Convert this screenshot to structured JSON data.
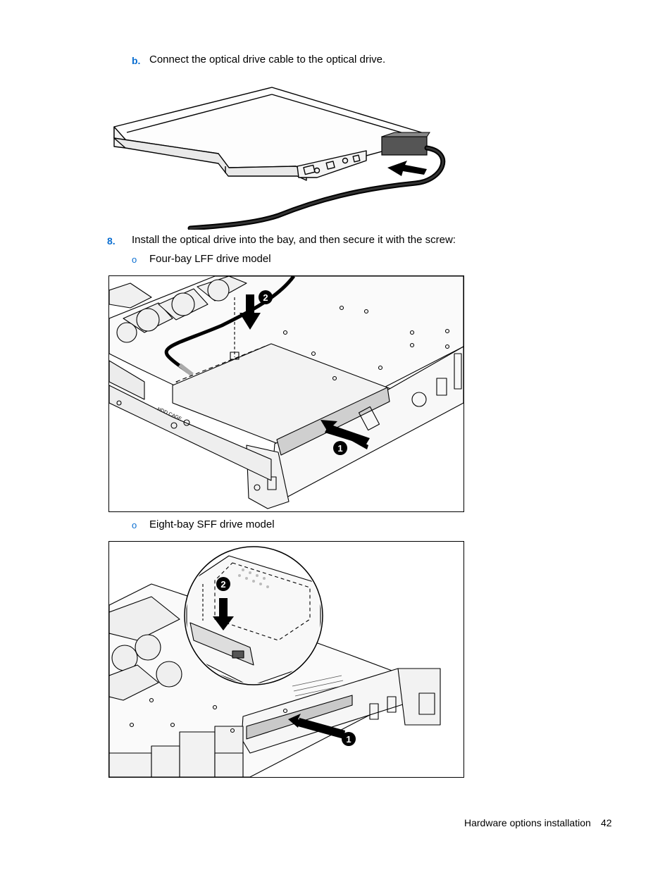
{
  "steps": {
    "sub_b": {
      "marker": "b.",
      "text": "Connect the optical drive cable to the optical drive."
    },
    "step8": {
      "marker": "8.",
      "text": "Install the optical drive into the bay, and then secure it with the screw:",
      "options": [
        {
          "marker": "o",
          "text": "Four-bay LFF drive model"
        },
        {
          "marker": "o",
          "text": "Eight-bay SFF drive model"
        }
      ]
    }
  },
  "figures": {
    "lff": {
      "hdd_label": "HDD CAGE",
      "callouts": [
        "2",
        "1"
      ]
    },
    "sff": {
      "callouts": [
        "2",
        "1"
      ]
    }
  },
  "footer": {
    "section": "Hardware options installation",
    "page": "42"
  },
  "colors": {
    "accent": "#0a6ed1",
    "text": "#000000"
  }
}
